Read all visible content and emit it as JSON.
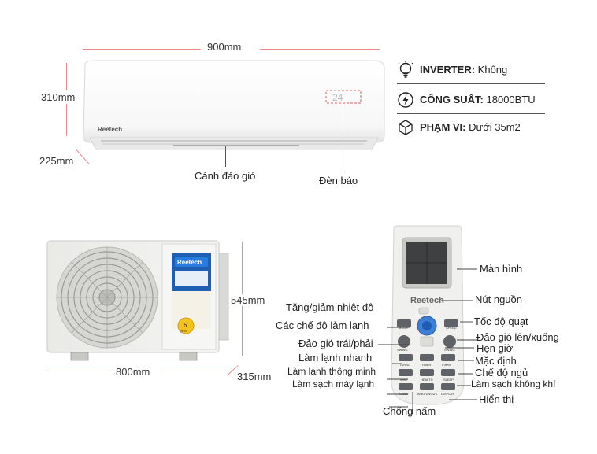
{
  "indoor": {
    "width": "900mm",
    "height": "310mm",
    "depth": "225mm",
    "brand": "Reetech",
    "display_digits": "24",
    "louver_label": "Cánh đảo gió",
    "indicator_label": "Đèn báo"
  },
  "specs": [
    {
      "icon": "lightbulb-icon",
      "label": "INVERTER:",
      "value": " Không"
    },
    {
      "icon": "power-bolt-icon",
      "label": "CÔNG SUẤT:",
      "value": " 18000BTU"
    },
    {
      "icon": "cube-icon",
      "label": "PHẠM VI:",
      "value": " Dưới 35m2"
    }
  ],
  "outdoor": {
    "width": "800mm",
    "height": "545mm",
    "depth": "315mm",
    "brand": "Reetech",
    "badge": "5",
    "badge_sub": "years"
  },
  "remote": {
    "brand": "Reetech",
    "buttons": [
      "MODE",
      "SPEED",
      "SWING",
      "SWING",
      "TURBO",
      "TIMER",
      "iFavor",
      "iFeel",
      "HEALTH",
      "SLEEP",
      "iClean",
      "Anti-FUNGUS",
      "DISPLAY"
    ],
    "labels_left": [
      "Tăng/giảm nhiệt độ",
      "Các chế độ làm lạnh",
      "Đảo gió trái/phải",
      "Làm lạnh nhanh",
      "Làm lạnh thông minh",
      "Làm sạch máy lạnh"
    ],
    "labels_right": [
      "Màn hình",
      "Nút nguồn",
      "Tốc độ quạt",
      "Đảo gió lên/xuống",
      "Hẹn giờ",
      "Mặc định",
      "Chế độ ngủ",
      "Làm sạch không khí",
      "Hiển thị"
    ],
    "label_bottom": "Chống nấm"
  },
  "colors": {
    "accent_blue": "#1e6fd1",
    "dimension_line": "#e98b8b",
    "brand_blue": "#2456a6"
  }
}
